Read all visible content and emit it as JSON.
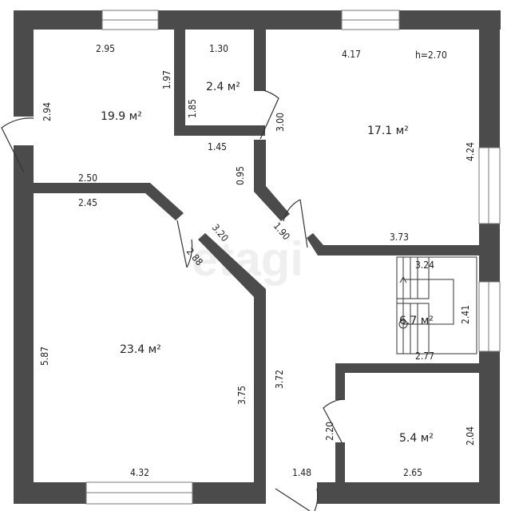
{
  "watermark": "etagi",
  "ceiling_height": "h=2.70",
  "colors": {
    "wall": "#4b4b4b",
    "background": "#ffffff"
  },
  "rooms": [
    {
      "name": "room-top-left",
      "area": "19.9 м²"
    },
    {
      "name": "room-storage",
      "area": "2.4 м²"
    },
    {
      "name": "room-top-right",
      "area": "17.1 м²"
    },
    {
      "name": "room-bottom-left",
      "area": "23.4 м²"
    },
    {
      "name": "room-stairs",
      "area": "6.7 м²"
    },
    {
      "name": "room-bottom-right",
      "area": "5.4 м²"
    }
  ],
  "dimensions": {
    "d295": "2.95",
    "d130": "1.30",
    "d417": "4.17",
    "d197": "1.97",
    "d185": "1.85",
    "d294": "2.94",
    "d300": "3.00",
    "d424": "4.24",
    "d145": "1.45",
    "d095": "0.95",
    "d250": "2.50",
    "d245": "2.45",
    "d190": "1.90",
    "d320": "3.20",
    "d288": "2.88",
    "d373": "3.73",
    "d324": "3.24",
    "d241": "2.41",
    "d277": "2.77",
    "d587": "5.87",
    "d375": "3.75",
    "d372": "3.72",
    "d220": "2.20",
    "d204": "2.04",
    "d432": "4.32",
    "d148": "1.48",
    "d265": "2.65"
  }
}
